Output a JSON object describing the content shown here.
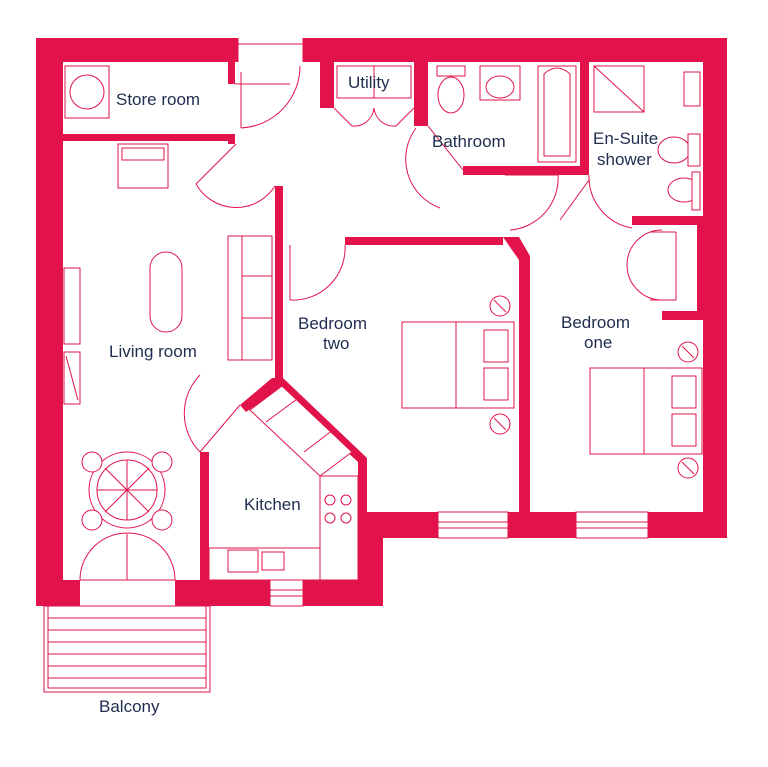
{
  "rooms": {
    "store_room": "Store room",
    "utility": "Utility",
    "bathroom": "Bathroom",
    "ensuite_line1": "En-Suite",
    "ensuite_line2": "shower",
    "living_room": "Living room",
    "bedroom_two_line1": "Bedroom",
    "bedroom_two_line2": "two",
    "bedroom_one_line1": "Bedroom",
    "bedroom_one_line2": "one",
    "kitchen": "Kitchen",
    "balcony": "Balcony"
  },
  "colors": {
    "wall": "#e2134a",
    "label_text": "#1f2d4f",
    "background": "#ffffff"
  }
}
